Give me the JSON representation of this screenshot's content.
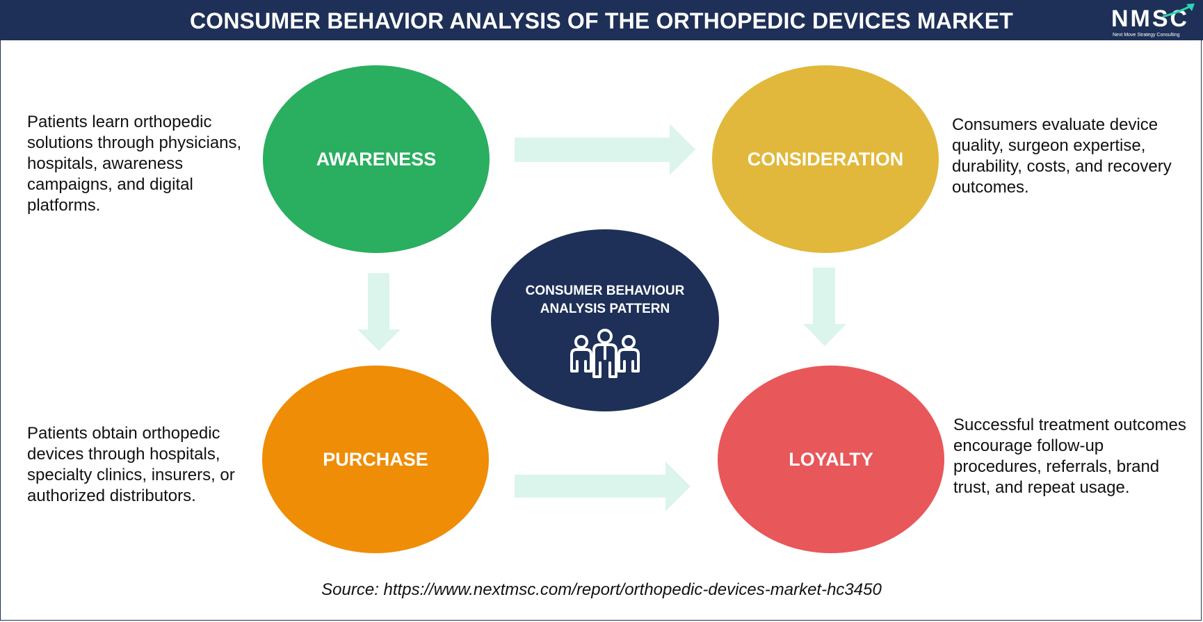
{
  "header": {
    "title": "CONSUMER BEHAVIOR ANALYSIS OF THE ORTHOPEDIC DEVICES MARKET",
    "logo_text": "NMSC",
    "logo_subtext": "Next Move Strategy Consulting"
  },
  "center": {
    "line1": "CONSUMER BEHAVIOUR",
    "line2": "ANALYSIS PATTERN",
    "icon": "people-group-icon"
  },
  "stages": {
    "awareness": {
      "label": "AWARENESS",
      "color": "#2aae5f",
      "description": "Patients learn orthopedic solutions through physicians, hospitals, awareness campaigns, and digital platforms."
    },
    "consideration": {
      "label": "CONSIDERATION",
      "color": "#e1b83b",
      "description": "Consumers evaluate device quality, surgeon expertise, durability, costs, and recovery outcomes."
    },
    "purchase": {
      "label": "PURCHASE",
      "color": "#ef8d06",
      "description": "Patients obtain orthopedic devices through hospitals, specialty clinics, insurers, or authorized distributors."
    },
    "loyalty": {
      "label": "LOYALTY",
      "color": "#e8575a",
      "description": "Successful treatment outcomes encourage follow-up procedures, referrals, brand trust, and repeat usage."
    }
  },
  "colors": {
    "header": "#1e3057",
    "arrow": "#dbf5ec",
    "center": "#1e3057"
  },
  "source": "Source: https://www.nextmsc.com/report/orthopedic-devices-market-hc3450"
}
